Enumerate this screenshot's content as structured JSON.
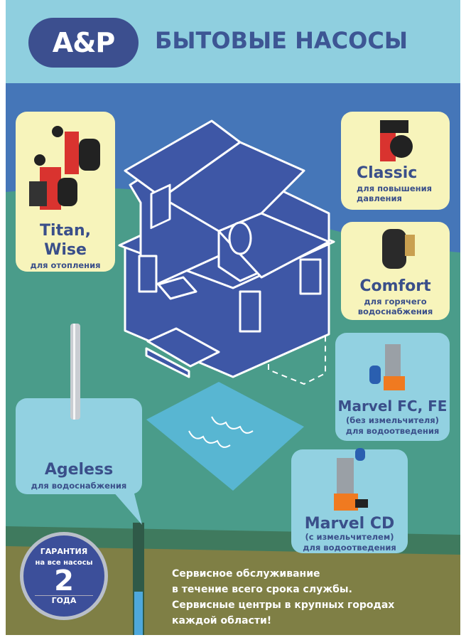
{
  "header": {
    "logo": "A&P",
    "title": "БЫТОВЫЕ НАСОСЫ"
  },
  "products": [
    {
      "name": "Titan,",
      "name2": "Wise",
      "purpose": "для отопления"
    },
    {
      "name": "Classic",
      "purpose": "для повышения",
      "purpose2": "давления"
    },
    {
      "name": "Comfort",
      "purpose": "для горячего",
      "purpose2": "водоснабжения"
    },
    {
      "name": "Marvel FC, FE",
      "note": "(без измельчителя)",
      "purpose": "для водоотведения"
    },
    {
      "name": "Marvel CD",
      "note": "(с измельчителем)",
      "purpose": "для водоотведения"
    },
    {
      "name": "Ageless",
      "purpose": "для водоснабжения"
    }
  ],
  "warranty": {
    "title": "ГАРАНТИЯ",
    "subtitle": "на все насосы",
    "number": "2",
    "unit": "ГОДА"
  },
  "service": {
    "lines": [
      "Сервисное обслуживание",
      "в течение всего срока службы.",
      "Сервисные центры в крупных городах",
      "каждой области!"
    ]
  },
  "colors": {
    "header": "#8fcfdf",
    "sky": "#4576b8",
    "grass": "#4a9c8a",
    "ground": "#7f7f45",
    "brand": "#3c4f8f"
  }
}
